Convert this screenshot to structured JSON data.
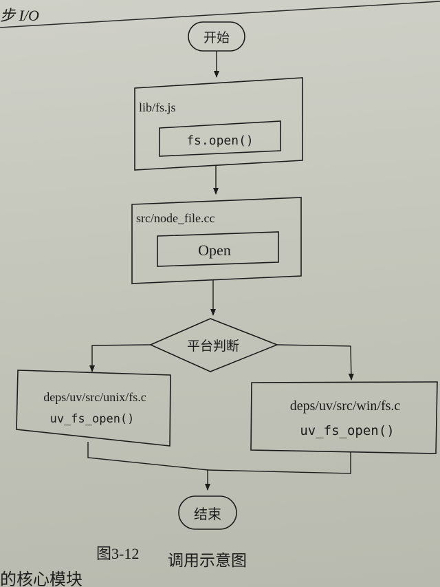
{
  "header": {
    "text": "步 I/O"
  },
  "nodes": {
    "start": "开始",
    "lib_box_label": "lib/fs.js",
    "lib_inner": "fs.open()",
    "node_box_label": "src/node_file.cc",
    "node_inner": "Open",
    "decision": "平台判断",
    "unix_path": "deps/uv/src/unix/fs.c",
    "unix_func": "uv_fs_open()",
    "win_path": "deps/uv/src/win/fs.c",
    "win_func": "uv_fs_open()",
    "end": "结束"
  },
  "caption": {
    "number": "图3-12",
    "title": "调用示意图"
  },
  "footer": {
    "text": "的核心模块"
  },
  "colors": {
    "ink": "#1c1c1c",
    "paper": "#c9cbc1"
  }
}
